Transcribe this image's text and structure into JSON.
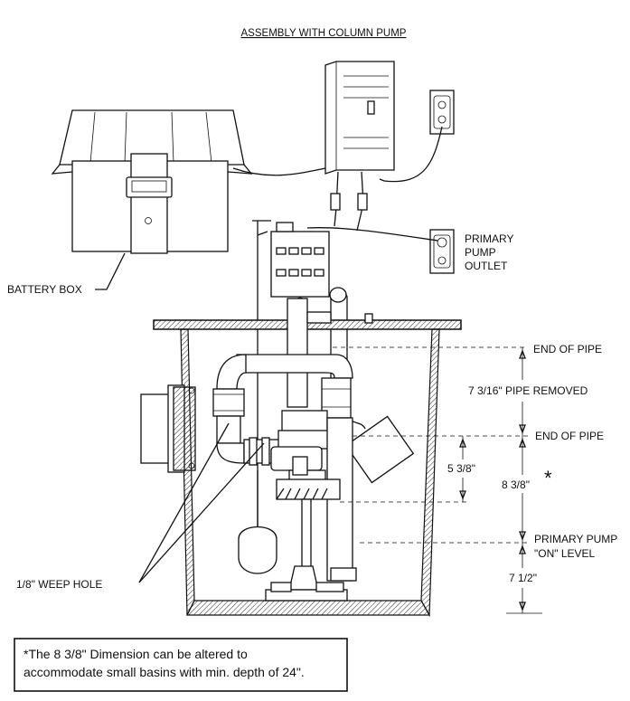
{
  "title": "ASSEMBLY WITH COLUMN PUMP",
  "labels": {
    "battery_box": "BATTERY BOX",
    "primary_pump_outlet_1": "PRIMARY",
    "primary_pump_outlet_2": "PUMP",
    "primary_pump_outlet_3": "OUTLET",
    "end_of_pipe_top": "END OF PIPE",
    "pipe_removed": "7 3/16\" PIPE REMOVED",
    "end_of_pipe_mid": "END OF PIPE",
    "dim_5_3_8": "5 3/8\"",
    "dim_8_3_8": "8 3/8\"",
    "asterisk": "*",
    "primary_pump_on_1": "PRIMARY PUMP",
    "primary_pump_on_2": "\"ON\" LEVEL",
    "dim_7_1_2": "7 1/2\"",
    "weep_hole": "1/8\" WEEP HOLE"
  },
  "note": {
    "line1": "*The 8 3/8\" Dimension can be altered to",
    "line2": "accommodate small basins with min. depth of 24\"."
  }
}
